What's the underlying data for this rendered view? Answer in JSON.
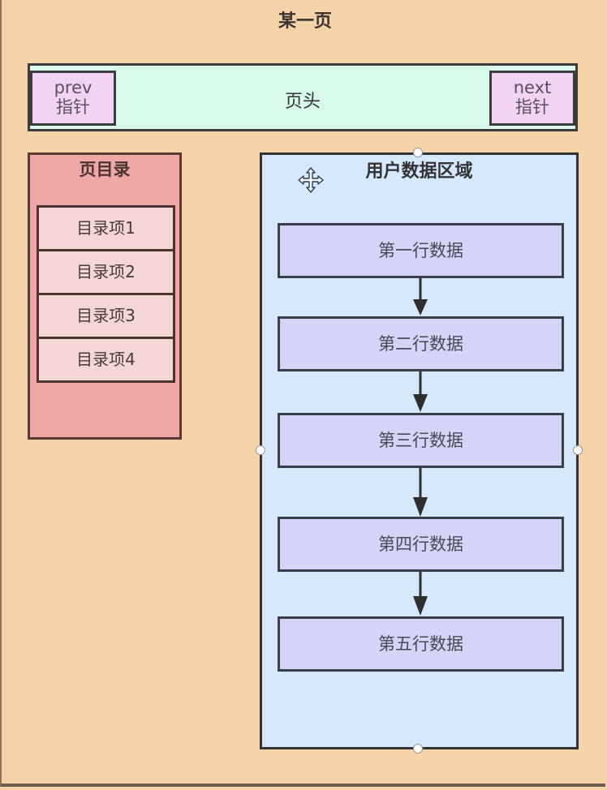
{
  "page": {
    "title": "某一页"
  },
  "header": {
    "label": "页头",
    "prev": {
      "line1": "prev",
      "line2": "指针"
    },
    "next": {
      "line1": "next",
      "line2": "指针"
    }
  },
  "toc": {
    "title": "页目录",
    "items": [
      {
        "label": "目录项1"
      },
      {
        "label": "目录项2"
      },
      {
        "label": "目录项3"
      },
      {
        "label": "目录项4"
      }
    ]
  },
  "user_area": {
    "title": "用户数据区域",
    "rows": [
      {
        "label": "第一行数据"
      },
      {
        "label": "第二行数据"
      },
      {
        "label": "第三行数据"
      },
      {
        "label": "第四行数据"
      },
      {
        "label": "第五行数据"
      }
    ]
  },
  "colors": {
    "page_bg": "#f5d3a8",
    "header_bg": "#d8faea",
    "pointer_bg": "#f2d3f4",
    "toc_bg": "#f0a8a6",
    "toc_item_bg": "#f5d6d6",
    "user_area_bg": "#d6e8fc",
    "row_bg": "#d4d4f8"
  },
  "icons": {
    "cursor": "move-cursor-icon",
    "arrow": "arrow-down-icon"
  }
}
